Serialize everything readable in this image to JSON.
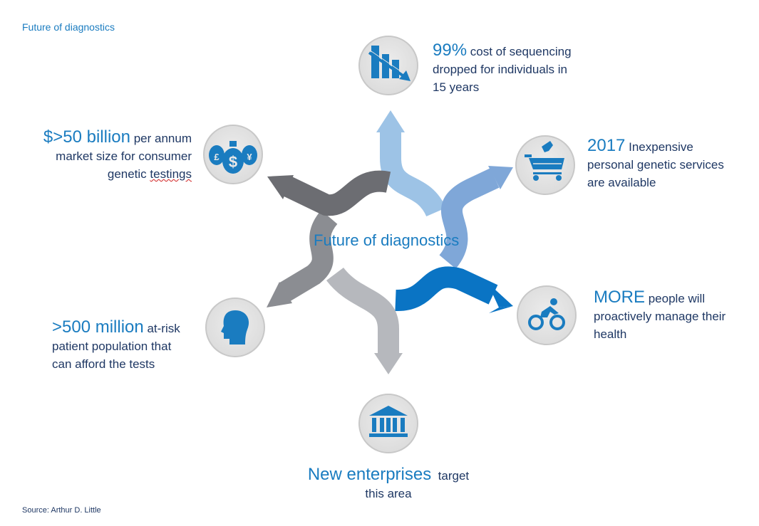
{
  "header": {
    "title": "Future of diagnostics"
  },
  "center": {
    "label": "Future of diagnostics"
  },
  "items": [
    {
      "highlight": "99%",
      "text_line1": " cost of sequencing",
      "text_line2": "dropped for individuals in",
      "text_line3": "15 years",
      "icon": "declining-bar-chart-icon"
    },
    {
      "highlight": "2017",
      "text_line1": " Inexpensive",
      "text_line2": "personal genetic services",
      "text_line3": "are available",
      "icon": "shopping-cart-icon"
    },
    {
      "highlight": "MORE",
      "text_line1": " people will",
      "text_line2": "proactively manage their",
      "text_line3": "health",
      "icon": "cyclist-icon"
    },
    {
      "highlight": "New enterprises",
      "text_line1": "  target",
      "text_line2": "this area",
      "icon": "bank-building-icon"
    },
    {
      "highlight": ">500 million",
      "text_line1": " at-risk",
      "text_line2": "patient population that",
      "text_line3": "can afford the tests",
      "icon": "human-head-icon"
    },
    {
      "highlight": "$>50 billion",
      "text_line1": " per annum",
      "text_line2": "market size for consumer",
      "text_line3_a": "genetic ",
      "text_line3_b": "testings",
      "icon": "money-bags-icon"
    }
  ],
  "footer": {
    "source": "Source: Arthur D. Little"
  },
  "colors": {
    "accent": "#1a7cc0",
    "text": "#1f3864",
    "arrow_light_blue": "#9dc3e6",
    "arrow_mid_blue": "#7fa7d8",
    "arrow_dark_blue": "#0a74c4",
    "arrow_light_gray": "#b6b8bd",
    "arrow_mid_gray": "#8b8d92",
    "arrow_dark_gray": "#6c6d72"
  }
}
